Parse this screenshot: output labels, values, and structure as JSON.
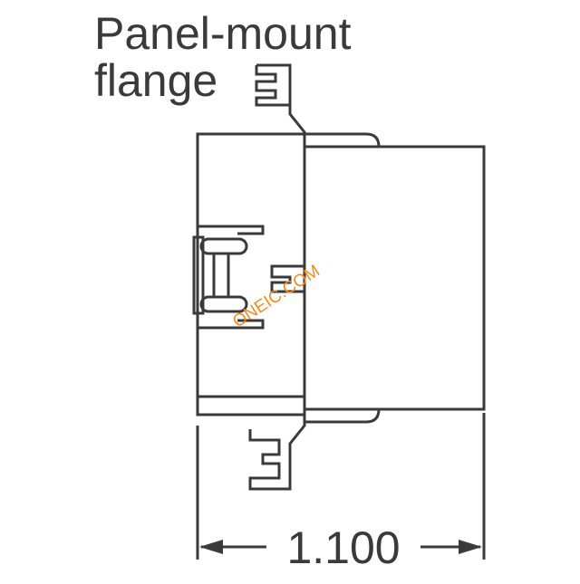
{
  "diagram": {
    "callout_line1": "Panel-mount",
    "callout_line2": "flange",
    "dimension_value": "1.100",
    "watermark": "ONEIC.COM"
  },
  "colors": {
    "line": "#3a3a3a",
    "background": "#ffffff",
    "watermark": "#f5891f"
  }
}
